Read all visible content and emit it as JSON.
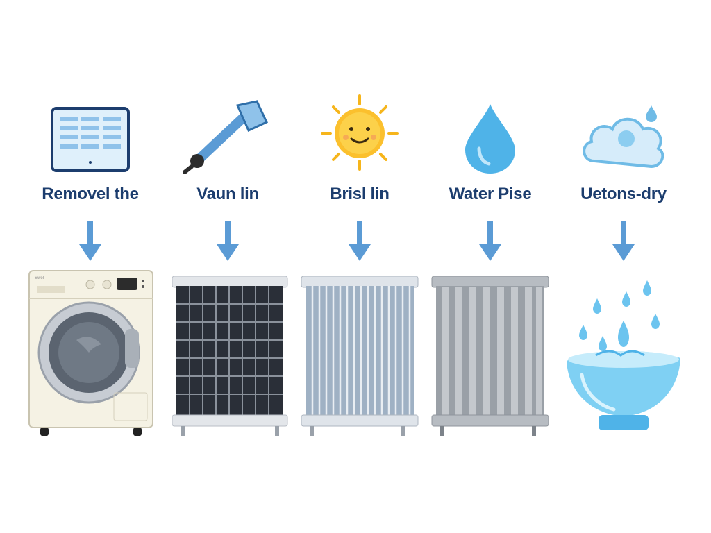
{
  "steps": [
    {
      "label": "Removel the",
      "top_icon": "filter-panel-icon",
      "bottom_icon": "washing-machine-icon"
    },
    {
      "label": "Vaun lin",
      "top_icon": "vacuum-wand-icon",
      "bottom_icon": "dark-filter-grille-icon"
    },
    {
      "label": "Brisl lin",
      "top_icon": "smiling-sun-icon",
      "bottom_icon": "mesh-filter-grille-icon"
    },
    {
      "label": "Water Pise",
      "top_icon": "water-drop-icon",
      "bottom_icon": "gray-filter-grille-icon"
    },
    {
      "label": "Uetons-dry",
      "top_icon": "cloud-drop-icon",
      "bottom_icon": "water-bowl-icon"
    }
  ],
  "machine_brand": "Swell",
  "colors": {
    "label": "#1c3d6e",
    "arrow": "#5b9bd5",
    "water": "#4fb3e8",
    "sun": "#f6b51b"
  }
}
